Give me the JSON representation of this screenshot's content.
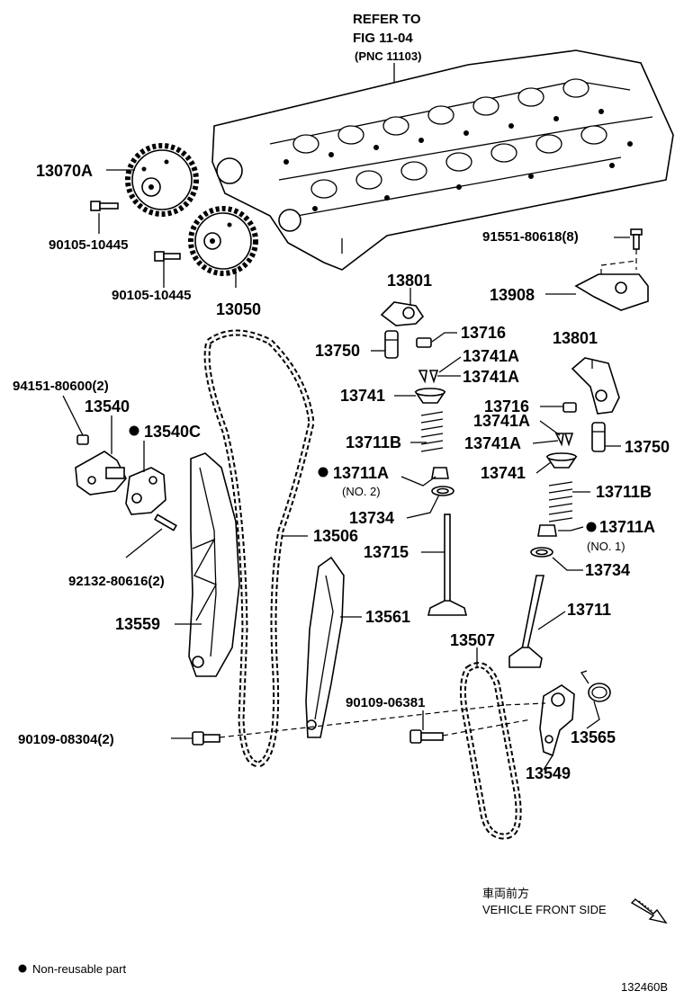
{
  "reference": {
    "line1": "REFER TO",
    "line2": "FIG 11-04",
    "line3": "(PNC 11103)"
  },
  "callouts": {
    "c13070A": "13070A",
    "c90105a": "90105-10445",
    "c90105b": "90105-10445",
    "c13050": "13050",
    "c91551": "91551-80618(8)",
    "c13908": "13908",
    "c13801a": "13801",
    "c13716a": "13716",
    "c13750a": "13750",
    "c13741Aa": "13741A",
    "c13741Ab": "13741A",
    "c13741a": "13741",
    "c13711Ba": "13711B",
    "c13711A1": "13711A",
    "no2": "(NO. 2)",
    "c13734a": "13734",
    "c13715": "13715",
    "c13801b": "13801",
    "c13716b": "13716",
    "c13741Ac": "13741A",
    "c13741Ad": "13741A",
    "c13750b": "13750",
    "c13741b": "13741",
    "c13711Bb": "13711B",
    "c13711A2": "13711A",
    "no1": "(NO. 1)",
    "c13734b": "13734",
    "c13711": "13711",
    "c94151": "94151-80600(2)",
    "c13540": "13540",
    "c13540C": "13540C",
    "c92132": "92132-80616(2)",
    "c13506": "13506",
    "c13559": "13559",
    "c13561": "13561",
    "c13507": "13507",
    "c90109a": "90109-06381",
    "c90109b": "90109-08304(2)",
    "c13565": "13565",
    "c13549": "13549"
  },
  "direction": {
    "jp": "車両前方",
    "en": "VEHICLE FRONT SIDE"
  },
  "legend": {
    "text": "Non-reusable part"
  },
  "figure_id": "132460B"
}
